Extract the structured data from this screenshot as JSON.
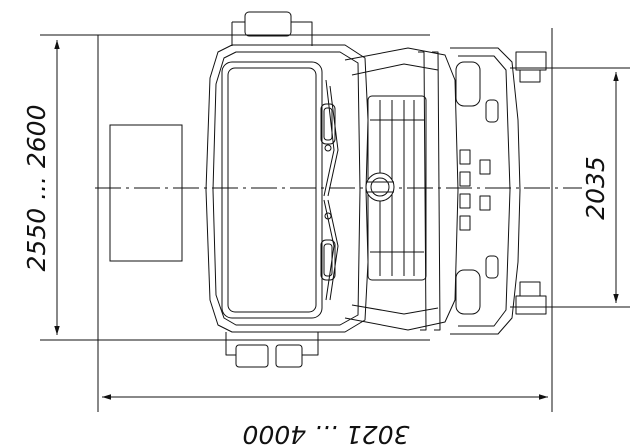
{
  "drawing": {
    "dimensions": {
      "width_range": "2550 ... 2600",
      "track_width": "2035",
      "length_range": "3021 ... 4000"
    },
    "style": {
      "line_color": "#111111",
      "background": "#ffffff"
    }
  }
}
